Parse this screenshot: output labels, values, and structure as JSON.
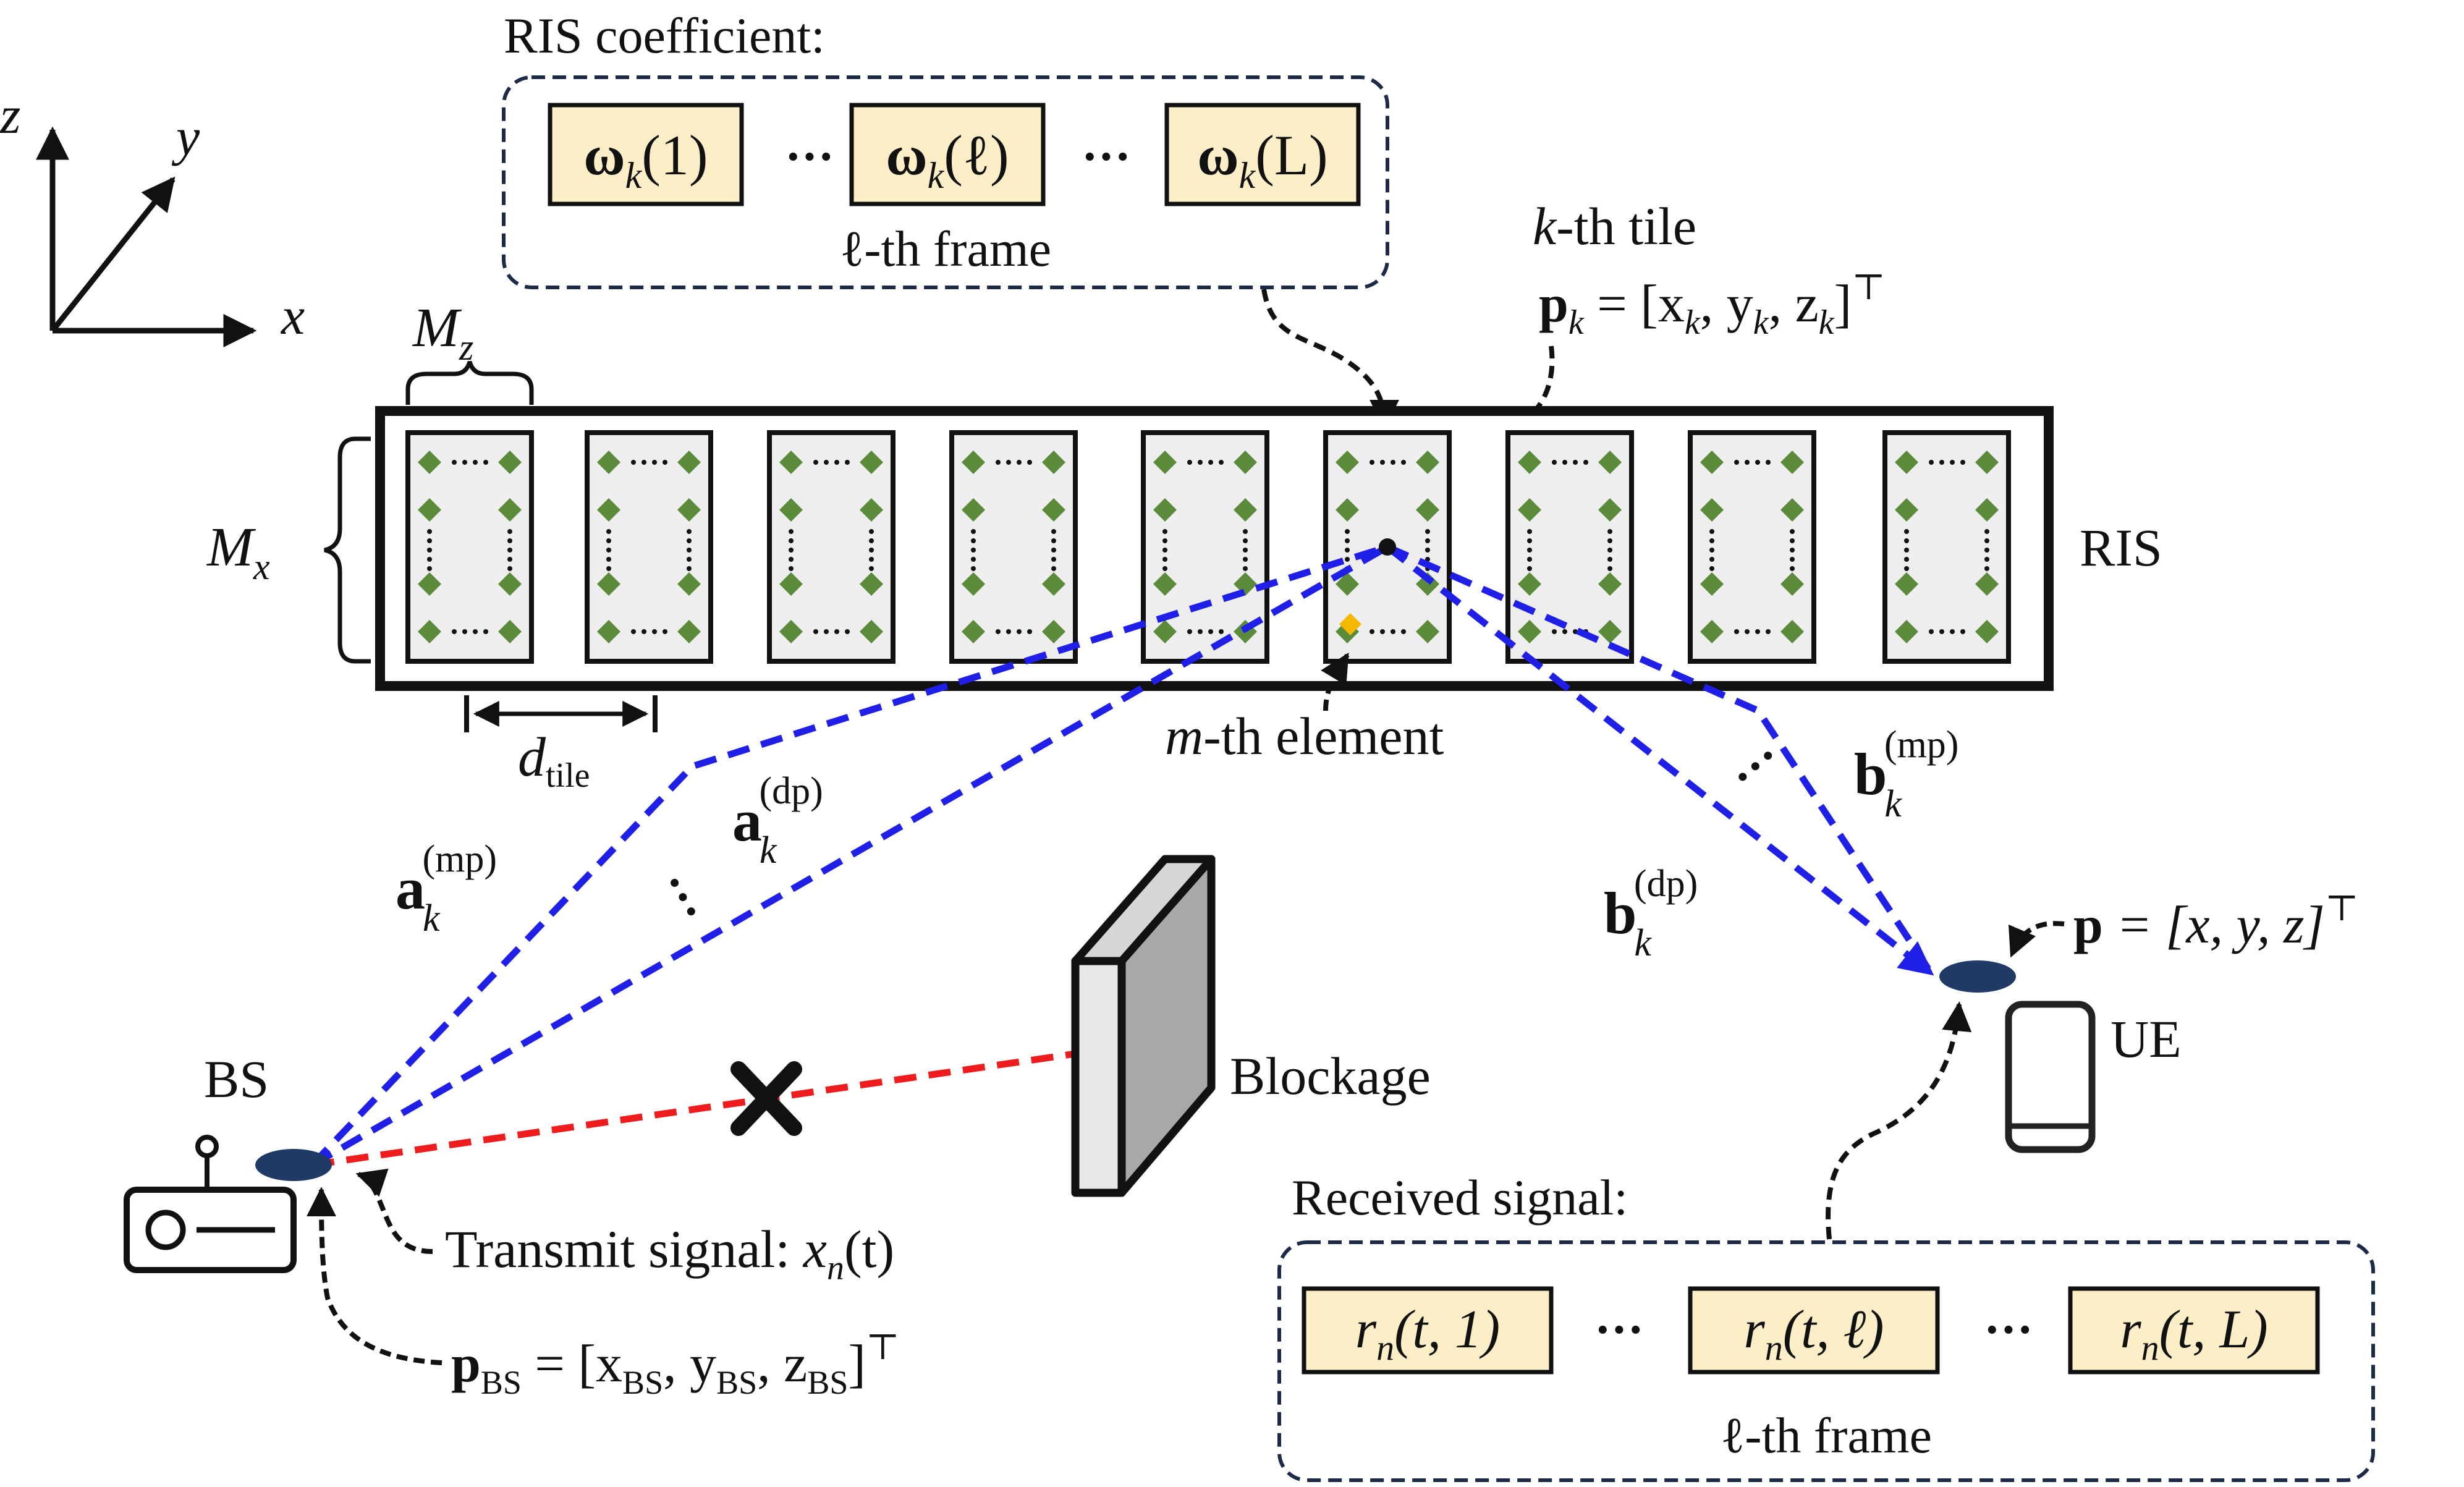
{
  "axes": {
    "z": "z",
    "y": "y",
    "x": "x"
  },
  "ris_coefficient": {
    "title": "RIS coefficient:",
    "cells": [
      {
        "base": "ω",
        "sub": "k",
        "arg": "(1)"
      },
      {
        "base": "ω",
        "sub": "k",
        "arg": "(ℓ)"
      },
      {
        "base": "ω",
        "sub": "k",
        "arg": "(L)"
      }
    ],
    "dots": "···",
    "frame_label": "ℓ-th frame"
  },
  "tile": {
    "label_k": "k",
    "label_rest": "-th tile",
    "pos_bold": "p",
    "pos_sub": "k",
    "pos_eq": " = [x",
    "pos_x_sub": "k",
    "pos_comma1": ", y",
    "pos_y_sub": "k",
    "pos_comma2": ", z",
    "pos_z_sub": "k",
    "pos_close": "]",
    "pos_T": "⊤"
  },
  "ris_label": "RIS",
  "Mz": {
    "base": "M",
    "sub": "z"
  },
  "Mx": {
    "base": "M",
    "sub": "x"
  },
  "dtile": {
    "base": "d",
    "sub": "tile"
  },
  "element_label": {
    "m": "m",
    "rest": "-th element"
  },
  "a_dp": {
    "base": "a",
    "sub": "k",
    "sup": "(dp)"
  },
  "a_mp": {
    "base": "a",
    "sub": "k",
    "sup": "(mp)"
  },
  "b_dp": {
    "base": "b",
    "sub": "k",
    "sup": "(dp)"
  },
  "b_mp": {
    "base": "b",
    "sub": "k",
    "sup": "(mp)"
  },
  "dots3": "···",
  "ue_pos": {
    "bold": "p",
    "rest": " = [x, y, z]",
    "T": "⊤"
  },
  "ue_label": "UE",
  "bs_label": "BS",
  "blockage_label": "Blockage",
  "transmit": {
    "text": "Transmit signal: ",
    "x": "x",
    "sub": "n",
    "arg": "(t)"
  },
  "bs_pos": {
    "bold": "p",
    "sub": "BS",
    "eq": " = [x",
    "xs": "BS",
    "c1": ", y",
    "ys": "BS",
    "c2": ", z",
    "zs": "BS",
    "close": "]",
    "T": "⊤"
  },
  "received": {
    "title": "Received signal:",
    "cells": [
      {
        "base": "r",
        "sub": "n",
        "arg": "(t, 1)"
      },
      {
        "base": "r",
        "sub": "n",
        "arg": "(t, ℓ)"
      },
      {
        "base": "r",
        "sub": "n",
        "arg": "(t, L)"
      }
    ],
    "dots": "···",
    "frame_label": "ℓ-th frame"
  },
  "colors": {
    "cell_fill": "#fcefc8",
    "tile_fill": "#eeeeee",
    "element": "#5a8a3a",
    "element_highlight": "#f5b800",
    "blue_path": "#1f1fe8",
    "red_path": "#ee1c1c",
    "node": "#1f3a64",
    "dashed_box": "#1c2a48"
  }
}
